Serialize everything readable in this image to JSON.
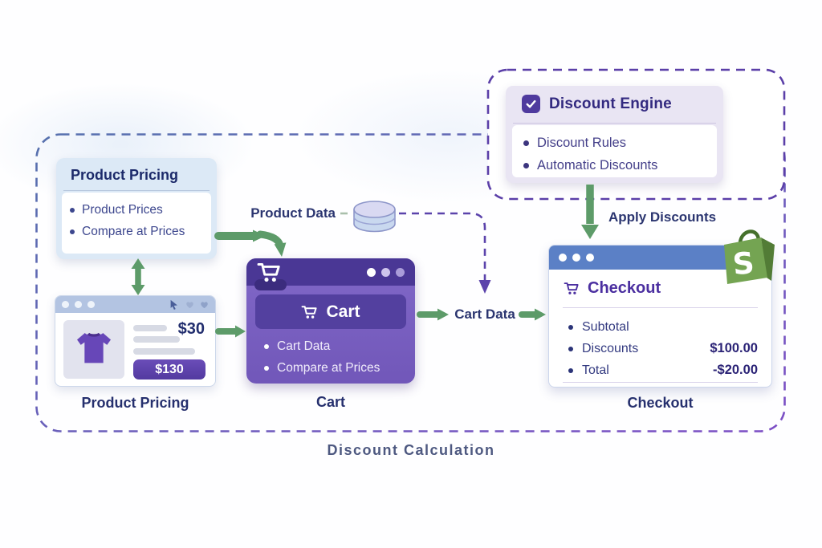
{
  "diagram": {
    "caption": "Discount Calculation",
    "labels": {
      "product_data": "Product Data",
      "cart_data": "Cart Data",
      "apply_discounts": "Apply Discounts"
    }
  },
  "discount_engine": {
    "title": "Discount Engine",
    "items": [
      "Discount Rules",
      "Automatic Discounts"
    ]
  },
  "product_pricing": {
    "title": "Product Pricing",
    "items": [
      "Product Prices",
      "Compare at Prices"
    ]
  },
  "product_window": {
    "price": "$30",
    "compare_price": "$130",
    "caption": "Product Pricing"
  },
  "cart": {
    "title": "Cart",
    "items": [
      "Cart Data",
      "Compare at Prices"
    ],
    "caption": "Cart"
  },
  "checkout": {
    "title": "Checkout",
    "rows": [
      {
        "label": "Subtotal",
        "value": ""
      },
      {
        "label": "Discounts",
        "value": "$100.00"
      },
      {
        "label": "Total",
        "value": "-$20.00"
      }
    ],
    "caption": "Checkout"
  },
  "brand": {
    "shopify_s": "S"
  },
  "colors": {
    "accent_purple": "#5b3fa8",
    "accent_green": "#5d9b69",
    "accent_blue": "#5b80c6",
    "dashed_blue": "#5671ae",
    "dashed_purple": "#7c4ec5"
  }
}
